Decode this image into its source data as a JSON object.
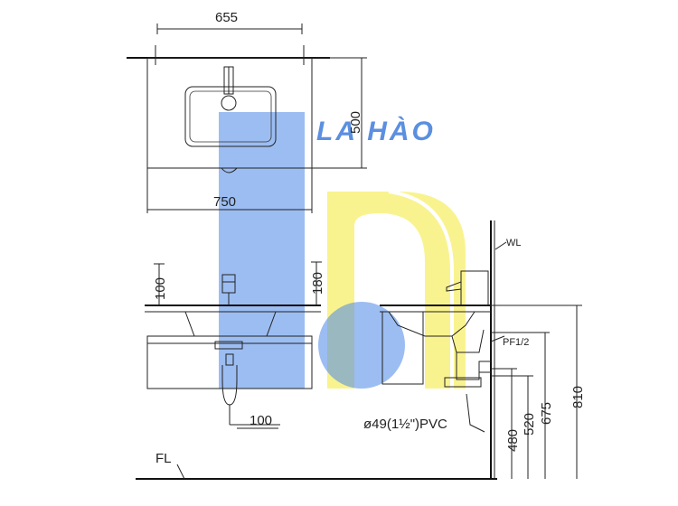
{
  "colors": {
    "line": "#222222",
    "logo_blue": "#4a86e8",
    "logo_yellow": "#f7ef6a",
    "background": "#ffffff"
  },
  "top_view": {
    "dim_top": "655",
    "dim_right": "500",
    "dim_bottom": "750"
  },
  "front_view": {
    "dim_left": "100",
    "dim_right": "180",
    "dim_drain": "100",
    "floor_label": "FL"
  },
  "side_view": {
    "wall_label": "WL",
    "supply_label": "PF1/2",
    "pipe_label": "ø49(1½\")PVC",
    "heights": [
      "480",
      "520",
      "675",
      "810"
    ]
  },
  "watermark": {
    "text": "LA HÀO"
  }
}
